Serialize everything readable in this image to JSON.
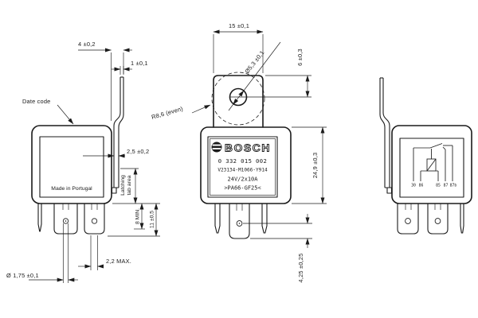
{
  "drawing": {
    "kind": "relay-engineering-drawing",
    "colors": {
      "line": "#1b1b1b",
      "background": "#ffffff"
    },
    "views": {
      "left": {
        "annotations": {
          "date_code": "Date code",
          "made_in": "Made in Portugal",
          "dim_bracket_offset": "4 ±0,2",
          "dim_bracket_thickness": "1 ±0,1",
          "dim_tab_depth": "2,5 ±0,2",
          "latching_line1": "Latching",
          "latching_line2": "tab area",
          "dim_terminal_min": "8 MIN.",
          "dim_terminal_len": "11 ±0,5",
          "dim_hole_dia": "Ø 1,75 ±0,1",
          "dim_thickness_max": "2,2 MAX."
        }
      },
      "front": {
        "label": {
          "brand": "BOSCH",
          "part_number": "0 332 015 002",
          "type_code": "V23134-M1066-Y914",
          "rating": "24V/2x10A",
          "material": ">PA66-GF25<"
        },
        "dims": {
          "tab_width": "15 ±0,1",
          "tab_hole_dia": "Ø5,3 ±0,1",
          "tab_hole_pos": "6 ±0,3",
          "tab_radius": "R8,6 (even)",
          "body_height": "24,9 ±0,3",
          "terminal_hole_pos": "4,25 ±0,25"
        }
      },
      "right": {
        "terminals": [
          "30",
          "86",
          "85",
          "87",
          "87b"
        ]
      }
    }
  }
}
